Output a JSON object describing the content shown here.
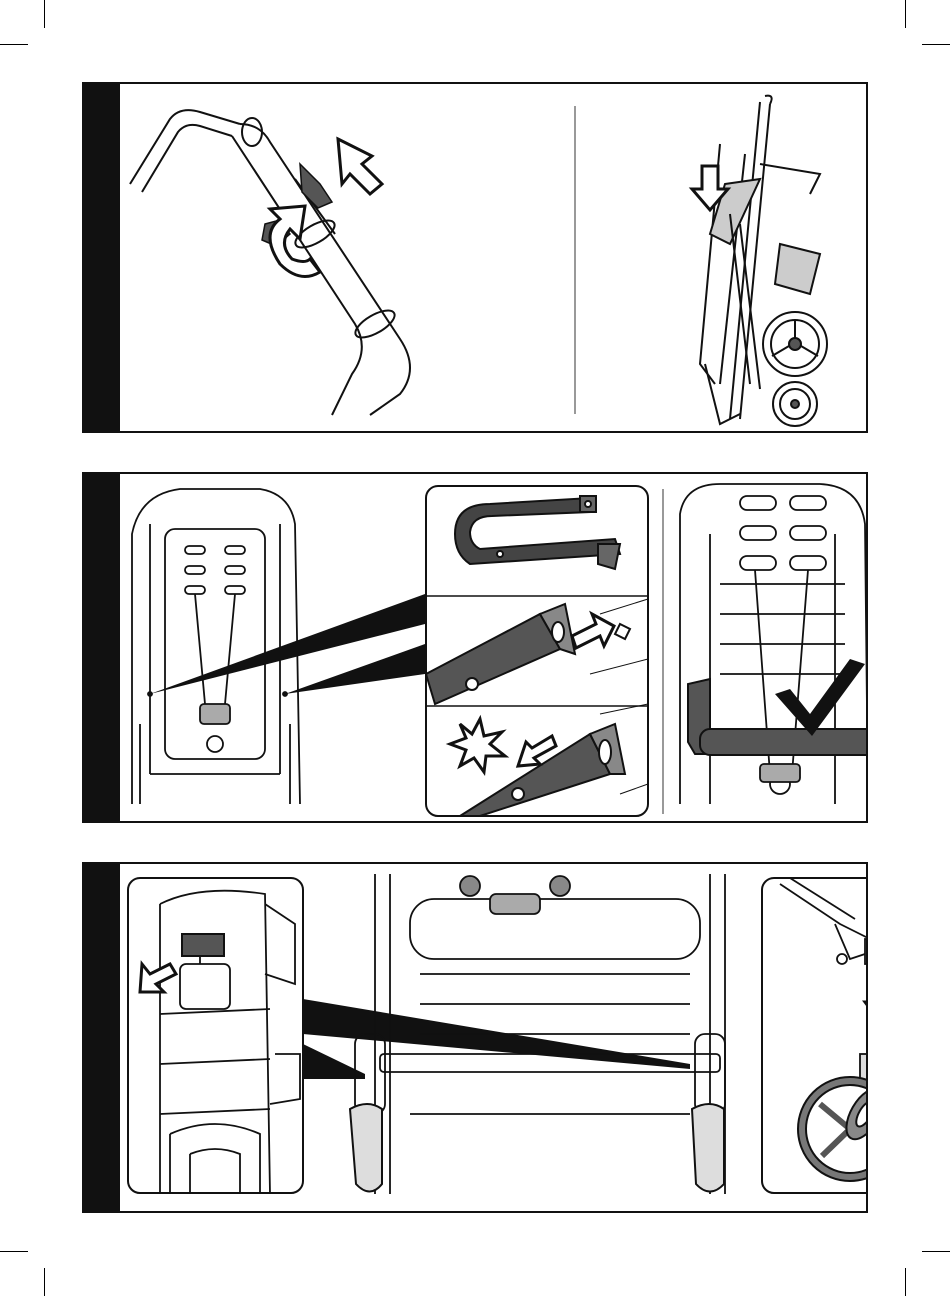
{
  "panels": [
    {
      "id": "panel-1",
      "step_number": "",
      "steps": [
        "release-handle-latch",
        "fold-down"
      ]
    },
    {
      "id": "panel-2",
      "step_number": "",
      "steps": [
        "bumper-bar-detail",
        "attach-bumper-bar",
        "bumper-bar-correct"
      ]
    },
    {
      "id": "panel-3",
      "step_number": "",
      "steps": [
        "brake-pedal-detail",
        "stroller-front-view",
        "wheel-attach"
      ]
    }
  ],
  "icons": {
    "arrow": "arrow-icon",
    "rotate": "rotate-arrow-icon",
    "click": "click-burst-icon",
    "check": "checkmark-icon"
  },
  "colors": {
    "line": "#111111",
    "fill_dark": "#555555",
    "fill_mid": "#8a8a8a",
    "fill_light": "#d8d8d8"
  }
}
